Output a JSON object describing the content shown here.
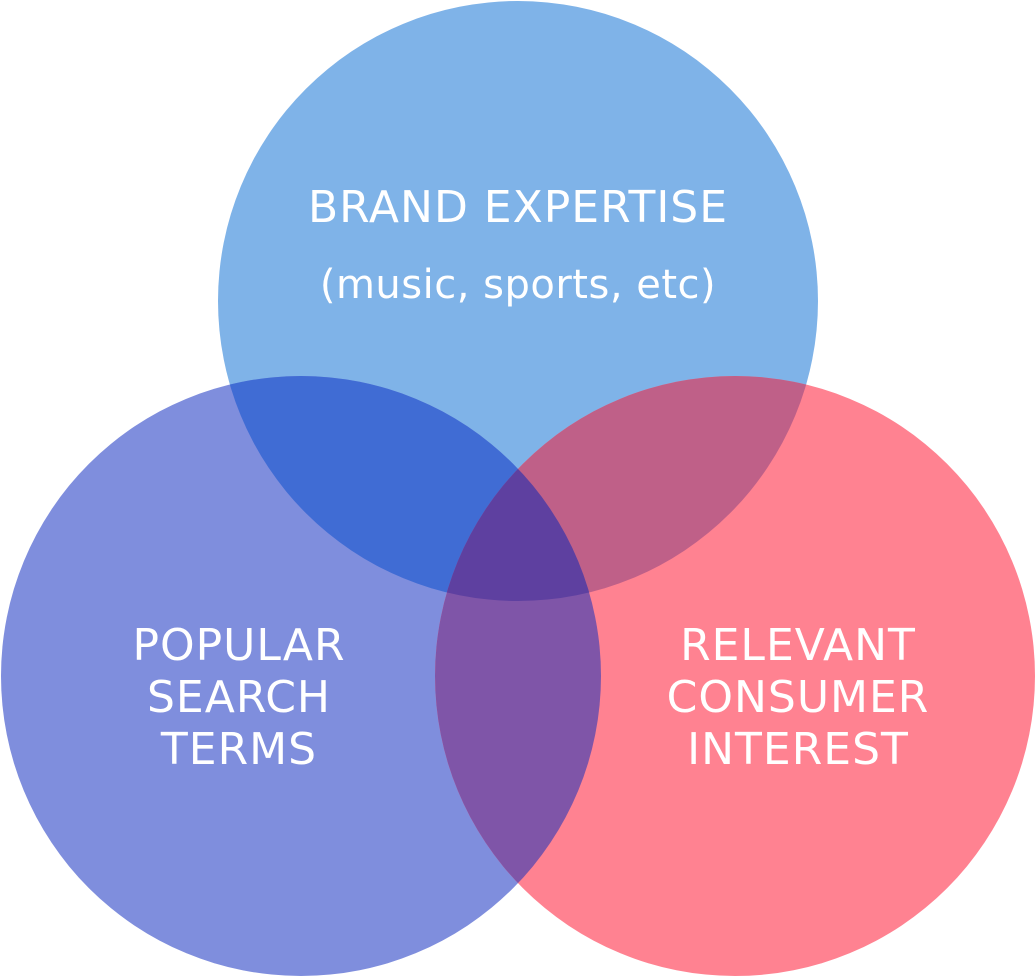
{
  "diagram": {
    "type": "venn",
    "sets": [
      {
        "id": "brand",
        "lines": [
          "BRAND EXPERTISE",
          "(music, sports, etc)"
        ],
        "color": "#7FB3E8"
      },
      {
        "id": "search",
        "lines": [
          "POPULAR",
          "SEARCH",
          "TERMS"
        ],
        "color": "#7F8EDD"
      },
      {
        "id": "consumer",
        "lines": [
          "RELEVANT",
          "CONSUMER",
          "INTEREST"
        ],
        "color": "#FF8291"
      }
    ],
    "overlap_colors": {
      "brand_search": "#406CD4",
      "brand_consumer": "#BF6088",
      "search_consumer": "#7F55A8",
      "all": "#5E40A0"
    }
  }
}
